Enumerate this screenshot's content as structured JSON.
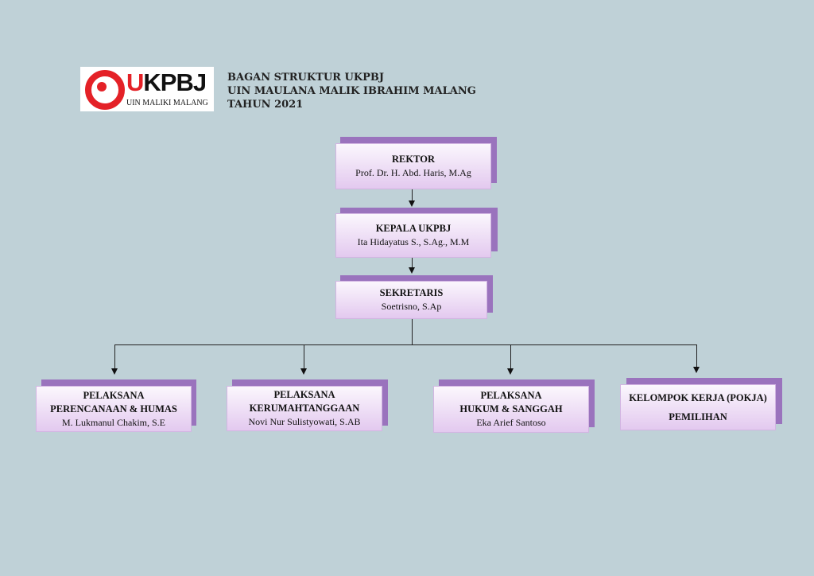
{
  "logo": {
    "brand_red": "U",
    "brand_dark": "KPBJ",
    "subtitle": "UIN MALIKI MALANG"
  },
  "title": {
    "line1": "BAGAN STRUKTUR UKPBJ",
    "line2": "UIN MAULANA MALIK IBRAHIM MALANG",
    "line3": "TAHUN 2021"
  },
  "nodes": {
    "rektor": {
      "role": "REKTOR",
      "name": "Prof. Dr. H. Abd. Haris, M.Ag"
    },
    "kepala": {
      "role": "KEPALA UKPBJ",
      "name": "Ita Hidayatus S., S.Ag., M.M"
    },
    "sekretaris": {
      "role": "SEKRETARIS",
      "name": "Soetrisno, S.Ap"
    },
    "perencanaan": {
      "role1": "PELAKSANA",
      "role2": "PERENCANAAN & HUMAS",
      "name": "M. Lukmanul Chakim, S.E"
    },
    "kerumahtanggaan": {
      "role1": "PELAKSANA",
      "role2": "KERUMAHTANGGAAN",
      "name": "Novi Nur Sulistyowati, S.AB"
    },
    "hukum": {
      "role1": "PELAKSANA",
      "role2": "HUKUM & SANGGAH",
      "name": "Eka Arief Santoso"
    },
    "pokja": {
      "role1": "KELOMPOK KERJA (POKJA)",
      "role2": "PEMILIHAN"
    }
  },
  "colors": {
    "background": "#bfd1d7",
    "shadow": "#9a73bd",
    "logo_red": "#e42127"
  }
}
